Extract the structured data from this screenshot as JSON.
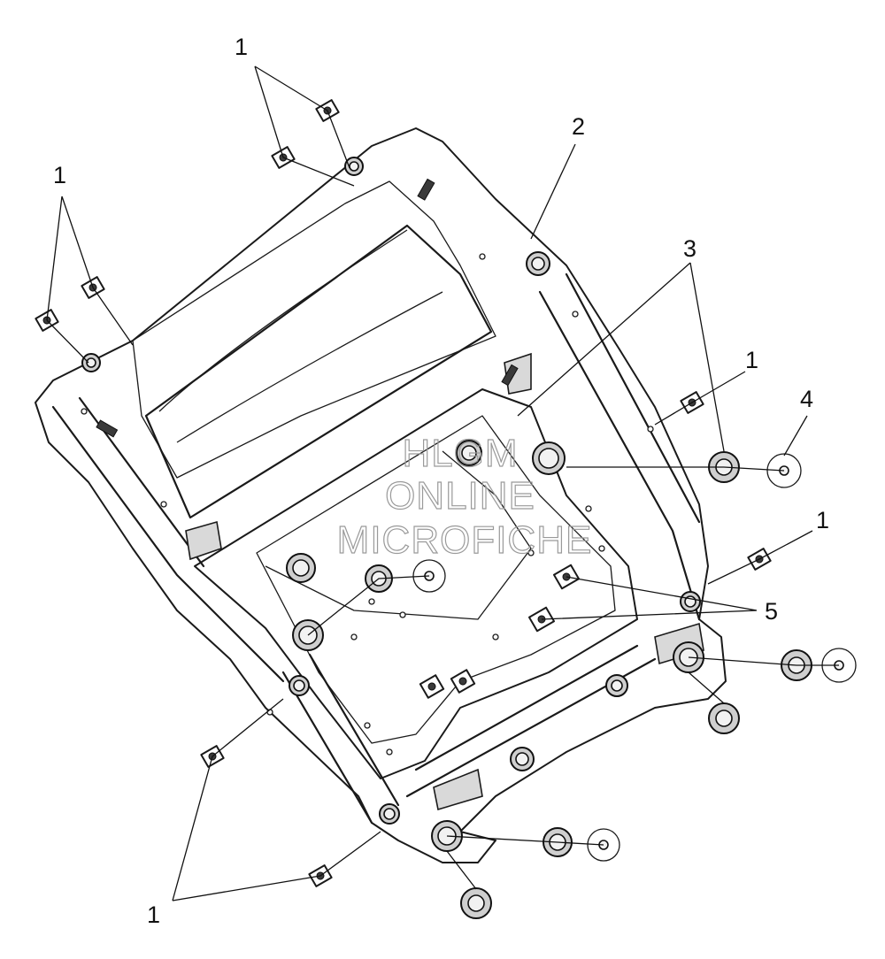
{
  "diagram": {
    "callouts": {
      "c1a": "1",
      "c1b": "1",
      "c1c": "1",
      "c1d": "1",
      "c1e": "1",
      "c2": "2",
      "c3": "3",
      "c4": "4",
      "c5": "5"
    },
    "watermark": {
      "line1": "HLGM",
      "line2": "ONLINE",
      "line3": "MICROFICHE"
    }
  }
}
